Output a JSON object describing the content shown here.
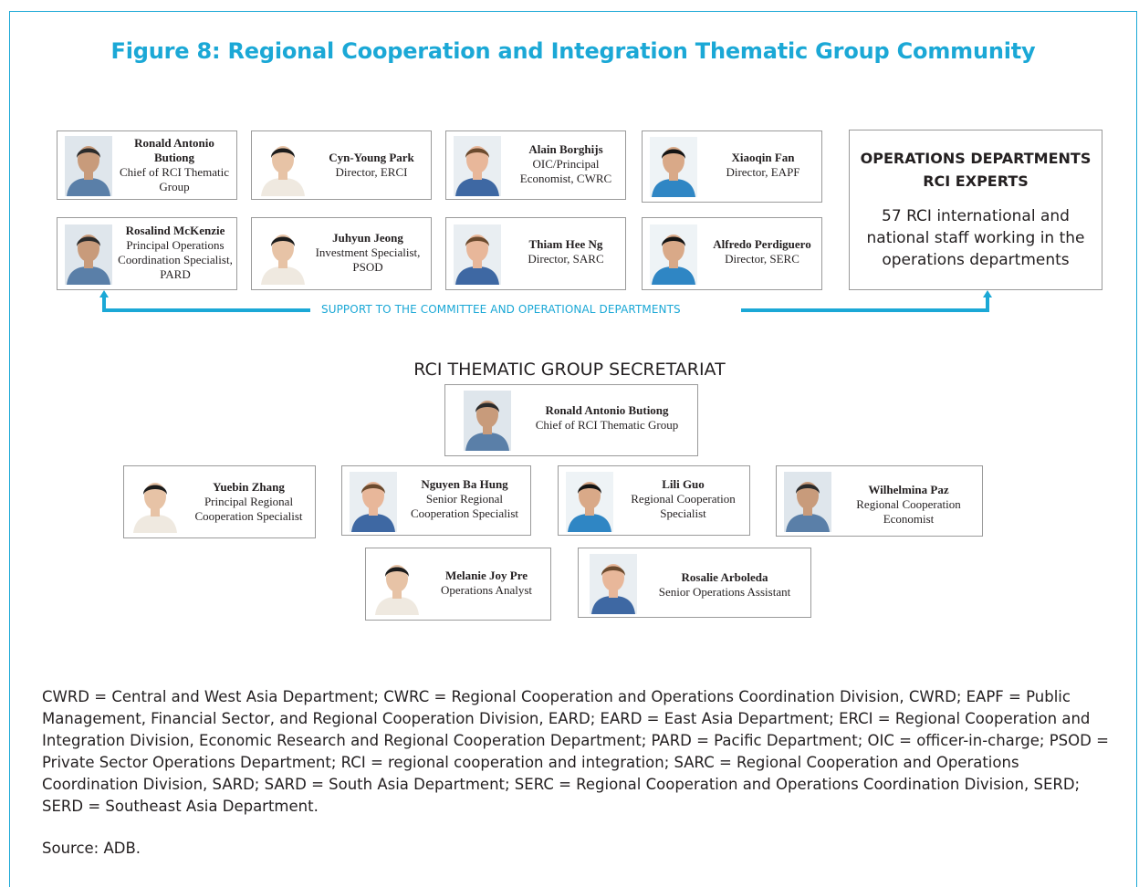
{
  "title": "Figure 8: Regional Cooperation and Integration Thematic Group Community",
  "committee": [
    {
      "name": "Ronald Antonio Butiong",
      "role": "Chief of RCI Thematic Group"
    },
    {
      "name": "Cyn-Young Park",
      "role": "Director, ERCI"
    },
    {
      "name": "Alain Borghijs",
      "role": "OIC/Principal Economist, CWRC"
    },
    {
      "name": "Xiaoqin Fan",
      "role": "Director, EAPF"
    },
    {
      "name": "Rosalind McKenzie",
      "role": "Principal Operations Coordination Specialist, PARD"
    },
    {
      "name": "Juhyun Jeong",
      "role": "Investment Specialist, PSOD"
    },
    {
      "name": "Thiam Hee Ng",
      "role": "Director, SARC"
    },
    {
      "name": "Alfredo Perdiguero",
      "role": "Director, SERC"
    }
  ],
  "ops_box": {
    "heading_line1": "OPERATIONS DEPARTMENTS",
    "heading_line2": "RCI EXPERTS",
    "body": "57 RCI international and national staff working in the operations departments"
  },
  "support_label": "SUPPORT TO THE COMMITTEE AND OPERATIONAL DEPARTMENTS",
  "secretariat_title": "RCI THEMATIC GROUP SECRETARIAT",
  "secretariat_head": {
    "name": "Ronald Antonio Butiong",
    "role": "Chief of RCI Thematic Group"
  },
  "secretariat": [
    {
      "name": "Yuebin Zhang",
      "role": "Principal Regional Cooperation Specialist"
    },
    {
      "name": "Nguyen Ba Hung",
      "role": "Senior Regional Cooperation Specialist"
    },
    {
      "name": "Lili Guo",
      "role": "Regional Cooperation Specialist"
    },
    {
      "name": "Wilhelmina Paz",
      "role": "Regional Cooperation Economist"
    },
    {
      "name": "Melanie Joy Pre",
      "role": "Operations Analyst"
    },
    {
      "name": "Rosalie Arboleda",
      "role": "Senior Operations Assistant"
    }
  ],
  "footnote": "CWRD = Central and West Asia Department; CWRC = Regional Cooperation and Operations Coordination Division, CWRD; EAPF = Public Management, Financial Sector, and Regional Cooperation Division, EARD; EARD = East Asia Department; ERCI = Regional Cooperation and Integration Division, Economic Research and Regional Cooperation Department; PARD = Pacific Department; OIC = officer-in-charge; PSOD = Private Sector Operations Department; RCI = regional cooperation and integration; SARC = Regional Cooperation and Operations Coordination Division, SARD; SARD = South Asia Department; SERC = Regional Cooperation and Operations Coordination Division, SERD; SERD = Southeast Asia Department.",
  "source": "Source: ADB.",
  "colors": {
    "accent": "#1ba8d6",
    "border": "#9a9a9a",
    "text": "#231f20"
  }
}
